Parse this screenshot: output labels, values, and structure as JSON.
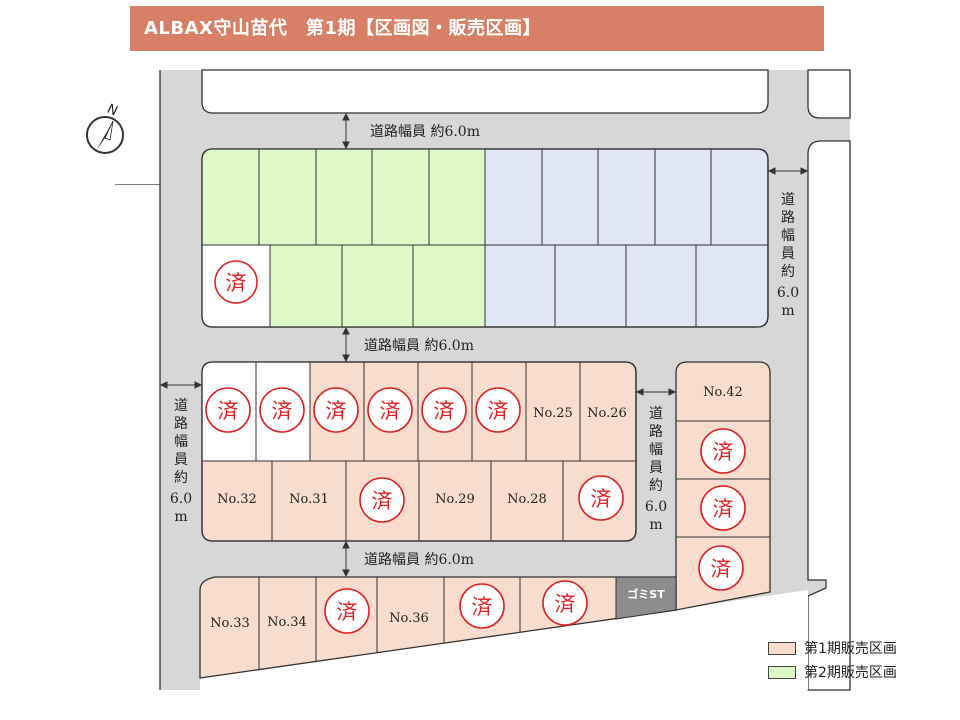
{
  "title": "ALBAX守山苗代　第1期【区画図・販売区画】",
  "north_label": "N",
  "road_labels": {
    "top": "道路幅員 約6.0m",
    "middle": "道路幅員 約6.0m",
    "lower": "道路幅員 約6.0m",
    "right_top": [
      "道",
      "路",
      "幅",
      "員",
      "約",
      "6.0",
      "m"
    ],
    "left": [
      "道",
      "路",
      "幅",
      "員",
      "約",
      "6.0",
      "m"
    ],
    "mid_vertical": [
      "道",
      "路",
      "幅",
      "員",
      "約",
      "6.0",
      "m"
    ]
  },
  "sold_mark": "済",
  "lots": {
    "n25": "No.25",
    "n26": "No.26",
    "n28": "No.28",
    "n29": "No.29",
    "n31": "No.31",
    "n32": "No.32",
    "n33": "No.33",
    "n34": "No.34",
    "n36": "No.36",
    "n42": "No.42"
  },
  "garbage_station": "ゴミST",
  "legend": [
    {
      "label": "第1期販売区画",
      "color": "#f8dccd"
    },
    {
      "label": "第2期販売区画",
      "color": "#dff8c8"
    }
  ],
  "colors": {
    "phase1": "#f8dccd",
    "phase2": "#dff8c8",
    "future": "#e0e6f4",
    "road": "#d7d7d7",
    "sold_red": "#e02020",
    "title_bg": "#d77f67"
  }
}
